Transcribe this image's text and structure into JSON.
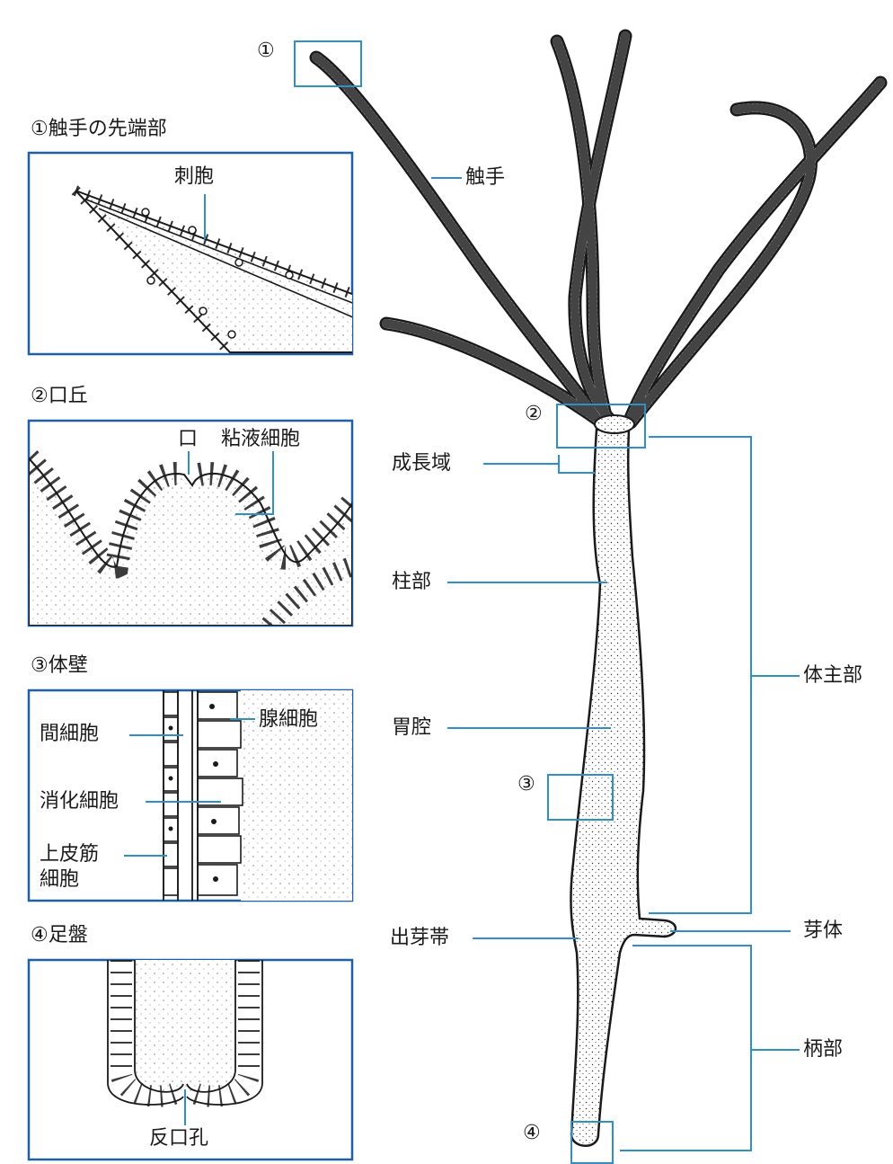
{
  "panels": [
    {
      "title": "①触手の先端部",
      "labels": [
        "刺胞"
      ]
    },
    {
      "title": "②口丘",
      "labels": [
        "口",
        "粘液細胞"
      ]
    },
    {
      "title": "③体壁",
      "labels": [
        "間細胞",
        "腺細胞",
        "消化細胞",
        "上皮筋",
        "細胞"
      ]
    },
    {
      "title": "④足盤",
      "labels": [
        "反口孔"
      ]
    }
  ],
  "markers": [
    "①",
    "②",
    "③",
    "④"
  ],
  "hydra_labels": {
    "tentacle": "触手",
    "growth_zone": "成長域",
    "column": "柱部",
    "gastric_cavity": "胃腔",
    "budding_zone": "出芽帯",
    "body_main": "体主部",
    "bud": "芽体",
    "stalk": "柄部"
  },
  "colors": {
    "accent": "#2e8fc9",
    "panel_border": "#1f5fa8",
    "ink": "#1a1a1a"
  }
}
